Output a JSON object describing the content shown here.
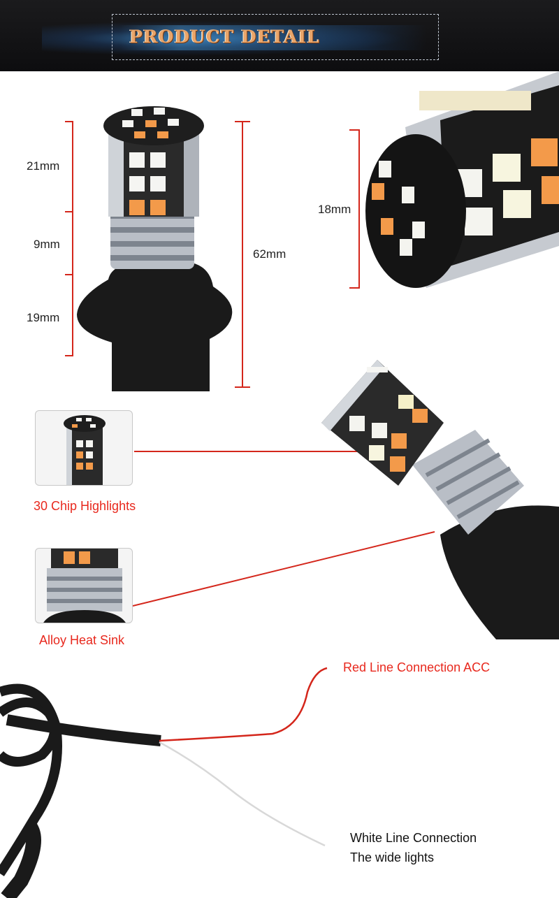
{
  "header": {
    "title": "PRODUCT DETAIL"
  },
  "dimensions": {
    "top": "21mm",
    "middle": "9mm",
    "bottom": "19mm",
    "total": "62mm",
    "diameter": "18mm"
  },
  "features": {
    "chips": "30 Chip Highlights",
    "heatsink": "Alloy  Heat  Sink"
  },
  "wiring": {
    "red": "Red Line Connection ACC",
    "white_line1": "White Line Connection",
    "white_line2": "The wide lights"
  },
  "colors": {
    "accent": "#e8281d",
    "banner": "#111113",
    "title": "#e9a56a"
  }
}
